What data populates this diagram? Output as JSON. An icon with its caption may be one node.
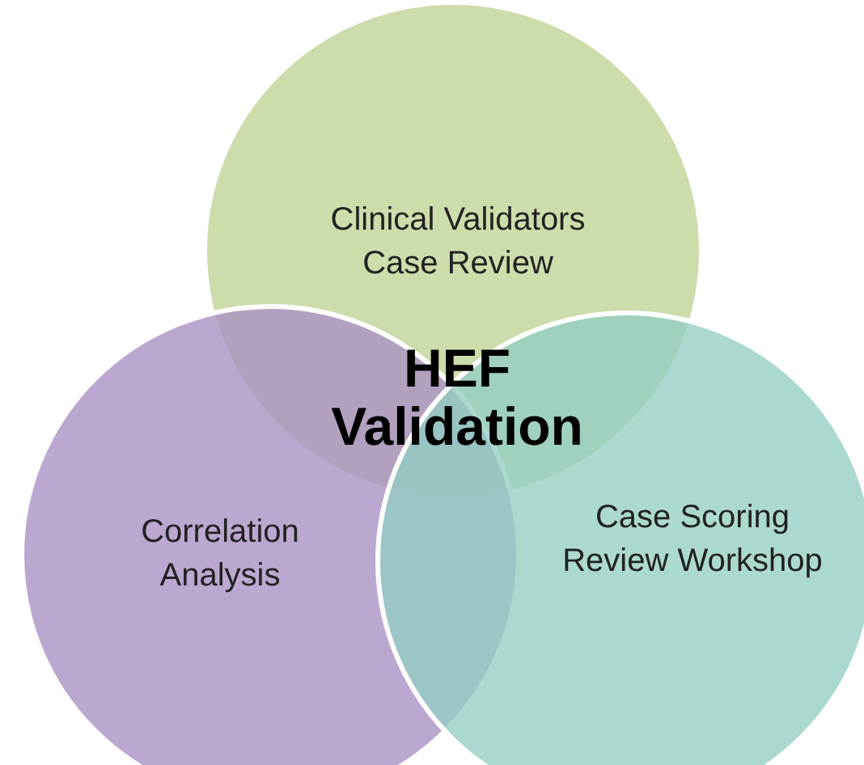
{
  "diagram": {
    "nodes": [
      {
        "text": [
          "Clinical Validators Case Review"
        ]
      },
      {
        "text": [
          "Correlation Analysis"
        ]
      },
      {
        "text": [
          "Case Scoring Review Workshop"
        ]
      }
    ],
    "labels": [
      "HEF Validation"
    ]
  }
}
